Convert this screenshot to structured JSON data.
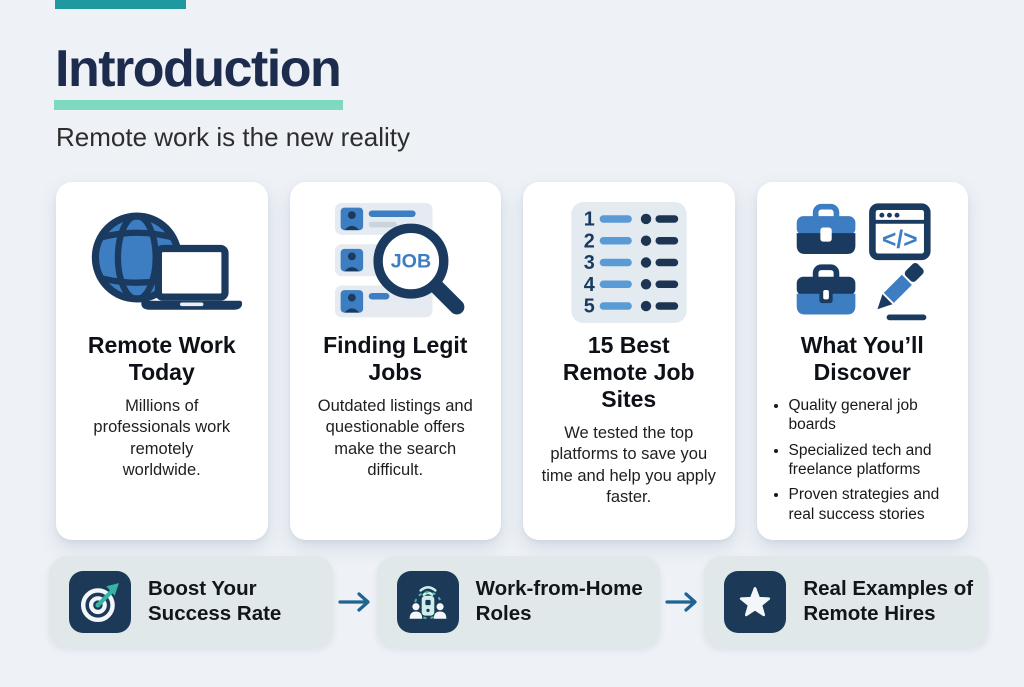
{
  "header": {
    "title": "Introduction",
    "subtitle": "Remote work is the new reality"
  },
  "cards": [
    {
      "icon": "globe-laptop-icon",
      "title": "Remote Work Today",
      "body": "Millions of professionals work remotely worldwide."
    },
    {
      "icon": "job-search-magnifier-icon",
      "icon_text": "JOB",
      "title": "Finding Legit Jobs",
      "body": "Outdated listings and questionable offers make the search difficult."
    },
    {
      "icon": "top5-ranked-list-icon",
      "icon_numbers": [
        "1",
        "2",
        "3",
        "4",
        "5"
      ],
      "title": "15 Best Remote Job Sites",
      "body": "We tested the top platforms to save you time and help you apply faster."
    },
    {
      "icon": "briefcases-code-pen-icon",
      "icon_code_text": "</>",
      "title": "What You’ll Discover",
      "bullets": [
        "Quality general job boards",
        "Specialized tech and freelance platforms",
        "Proven strategies and real success stories"
      ]
    }
  ],
  "flow": [
    {
      "icon": "target-dart-icon",
      "label": "Boost Your Success Rate"
    },
    {
      "icon": "team-device-icon",
      "label": "Work-from-Home Roles"
    },
    {
      "icon": "star-icon",
      "label": "Real Examples of Remote Hires"
    }
  ],
  "colors": {
    "background": "#eef2f7",
    "accent_teal": "#1f98a0",
    "underline_mint": "#7fd8c0",
    "heading_navy": "#1d2b4d",
    "icon_blue": "#3d7ec2",
    "icon_navy": "#1b3a5f",
    "tile_navy": "#1c3a57",
    "pill_bg": "#e0e8e9",
    "arrow_blue": "#1f6391",
    "dart_teal": "#37b3a4"
  }
}
